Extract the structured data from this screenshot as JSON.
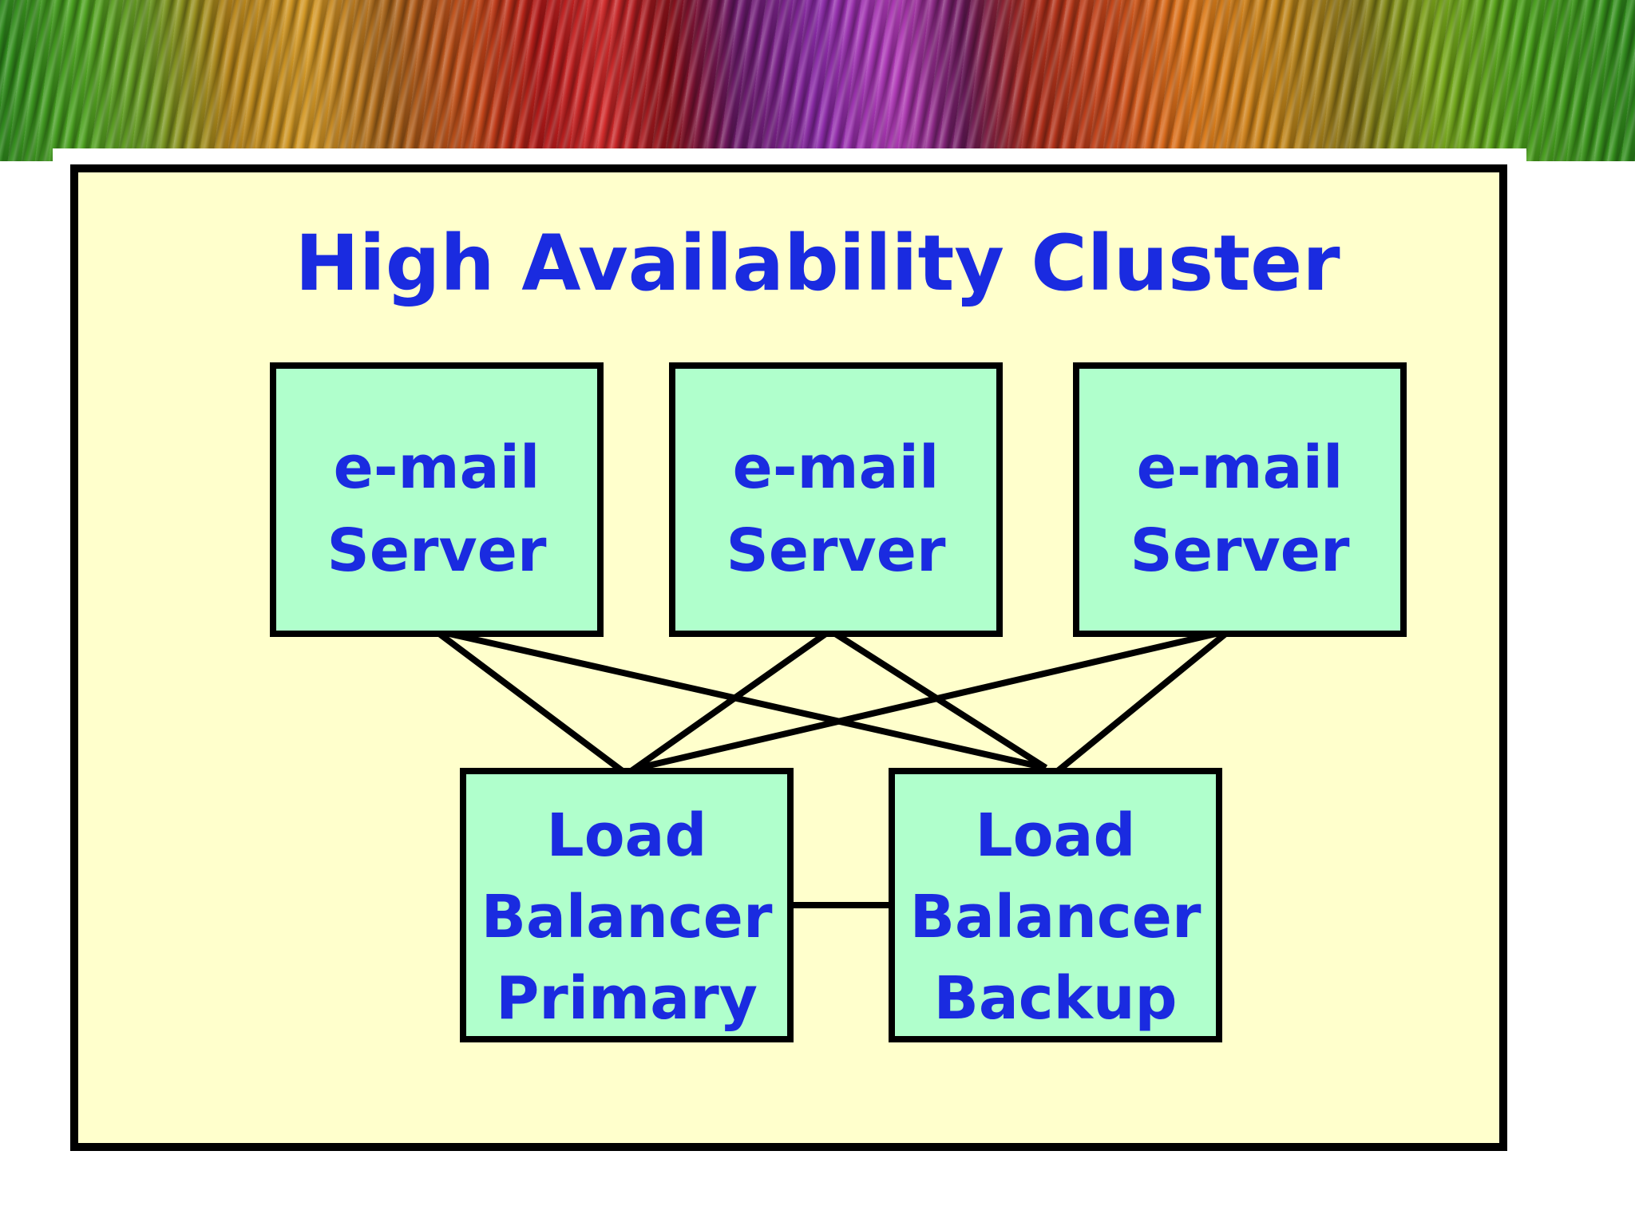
{
  "diagram": {
    "title": "High Availability Cluster",
    "servers": [
      {
        "line1": "e-mail",
        "line2": "Server"
      },
      {
        "line1": "e-mail",
        "line2": "Server"
      },
      {
        "line1": "e-mail",
        "line2": "Server"
      }
    ],
    "load_balancers": [
      {
        "line1": "Load",
        "line2": "Balancer",
        "line3": "Primary"
      },
      {
        "line1": "Load",
        "line2": "Balancer",
        "line3": "Backup"
      }
    ],
    "connections": [
      {
        "from": "server-1",
        "to": "load-balancer-primary"
      },
      {
        "from": "server-1",
        "to": "load-balancer-backup"
      },
      {
        "from": "server-2",
        "to": "load-balancer-primary"
      },
      {
        "from": "server-2",
        "to": "load-balancer-backup"
      },
      {
        "from": "server-3",
        "to": "load-balancer-primary"
      },
      {
        "from": "server-3",
        "to": "load-balancer-backup"
      },
      {
        "from": "load-balancer-primary",
        "to": "load-balancer-backup"
      }
    ],
    "colors": {
      "panel": "#ffffcc",
      "node": "#b0ffcc",
      "text": "#1a2be0",
      "border": "#000000"
    }
  }
}
